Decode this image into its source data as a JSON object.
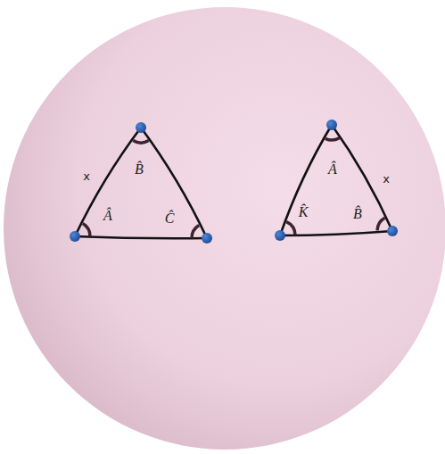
{
  "diagram": {
    "labels": [
      "B̂",
      "x",
      "Â",
      "Ĉ",
      "Â",
      "x",
      "K̂",
      "B̂"
    ]
  }
}
